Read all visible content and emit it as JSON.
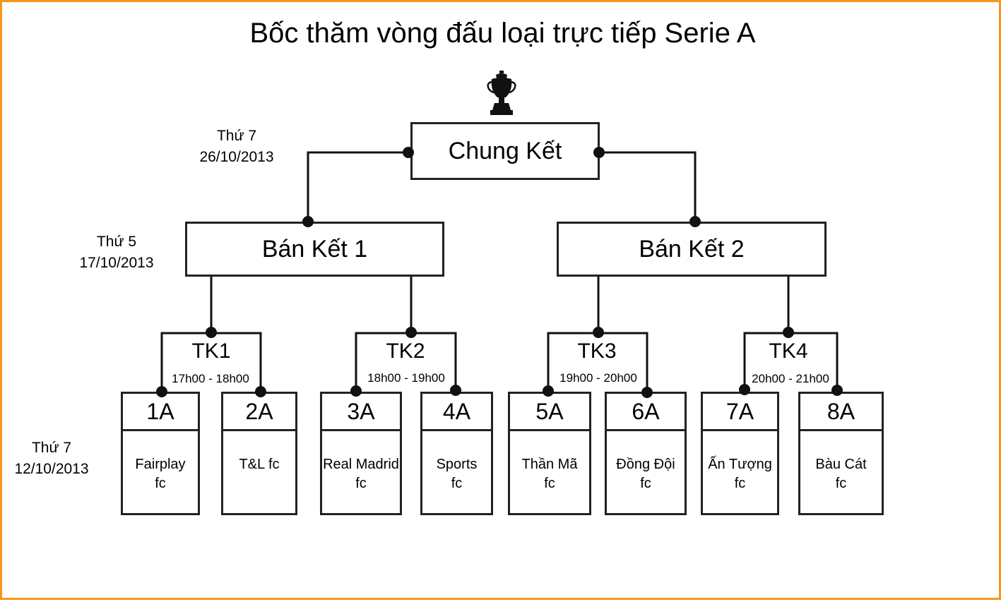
{
  "title": "Bốc thăm vòng đấu loại trực tiếp Serie A",
  "rounds": [
    {
      "day": "Thứ 7",
      "date": "26/10/2013"
    },
    {
      "day": "Thứ 5",
      "date": "17/10/2013"
    },
    {
      "day": "Thứ 7",
      "date": "12/10/2013"
    }
  ],
  "final": {
    "label": "Chung Kết"
  },
  "semifinals": [
    {
      "label": "Bán Kết 1"
    },
    {
      "label": "Bán Kết 2"
    }
  ],
  "quarterfinals": [
    {
      "label": "TK1",
      "time": "17h00 - 18h00"
    },
    {
      "label": "TK2",
      "time": "18h00 - 19h00"
    },
    {
      "label": "TK3",
      "time": "19h00 - 20h00"
    },
    {
      "label": "TK4",
      "time": "20h00 - 21h00"
    }
  ],
  "teams": [
    {
      "slot": "1A",
      "name_line1": "Fairplay",
      "name_line2": "fc"
    },
    {
      "slot": "2A",
      "name_line1": "T&L fc",
      "name_line2": ""
    },
    {
      "slot": "3A",
      "name_line1": "Real Madrid",
      "name_line2": "fc"
    },
    {
      "slot": "4A",
      "name_line1": "Sports",
      "name_line2": "fc"
    },
    {
      "slot": "5A",
      "name_line1": "Thần Mã",
      "name_line2": "fc"
    },
    {
      "slot": "6A",
      "name_line1": "Đồng Đội",
      "name_line2": "fc"
    },
    {
      "slot": "7A",
      "name_line1": "Ấn Tượng",
      "name_line2": "fc"
    },
    {
      "slot": "8A",
      "name_line1": "Bàu Cát",
      "name_line2": "fc"
    }
  ],
  "colors": {
    "border": "#f7941d",
    "line": "#111111"
  },
  "icons": {
    "trophy": "trophy-icon"
  }
}
